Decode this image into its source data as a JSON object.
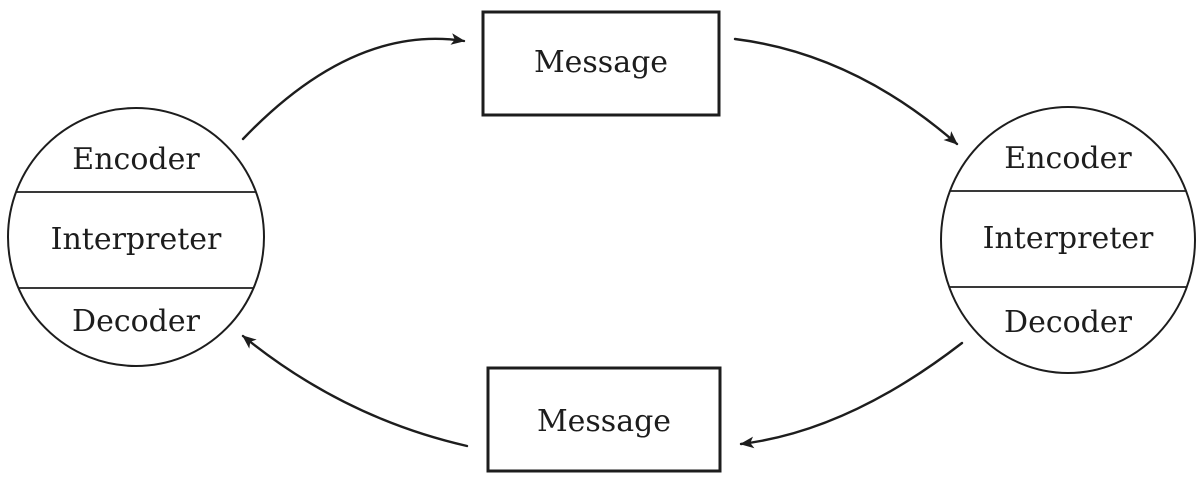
{
  "colors": {
    "ink": "#1d1d1d",
    "background": "#ffffff"
  },
  "left_entity": {
    "sections": [
      "Encoder",
      "Interpreter",
      "Decoder"
    ]
  },
  "right_entity": {
    "sections": [
      "Encoder",
      "Interpreter",
      "Decoder"
    ]
  },
  "top_message": {
    "label": "Message"
  },
  "bottom_message": {
    "label": "Message"
  },
  "connections": [
    {
      "from": "left-entity",
      "to": "top-message"
    },
    {
      "from": "top-message",
      "to": "right-entity"
    },
    {
      "from": "right-entity",
      "to": "bottom-message"
    },
    {
      "from": "bottom-message",
      "to": "left-entity"
    }
  ]
}
